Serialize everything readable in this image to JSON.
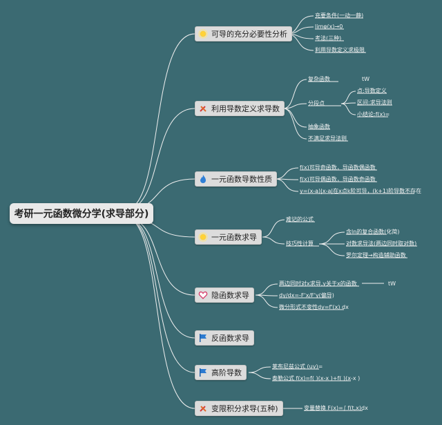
{
  "root": {
    "label": "考研一元函数微分学(求导部分)"
  },
  "branches": [
    {
      "label": "可导的充分必要性分析",
      "icon": "sun-icon",
      "children": [
        {
          "label": "充要条件(一动一静)"
        },
        {
          "label": "limφ(x)→0"
        },
        {
          "label": "考法(三种)"
        },
        {
          "label": "利用导数定义求极限"
        }
      ]
    },
    {
      "label": "利用导数定义求导数",
      "icon": "tools-icon",
      "children": [
        {
          "label": "复杂函数",
          "note": "tW"
        },
        {
          "label": "分段点",
          "children": [
            {
              "label": "点:导数定义"
            },
            {
              "label": "区间:求导法则"
            },
            {
              "label": "小结论:f(x)="
            }
          ]
        },
        {
          "label": "抽象函数"
        },
        {
          "label": "不满足求导法则"
        }
      ]
    },
    {
      "label": "一元函数导数性质",
      "icon": "flame-icon",
      "children": [
        {
          "label": "f(x)可导奇函数，导函数偶函数"
        },
        {
          "label": "f(x)可导偶函数，导函数奇函数"
        },
        {
          "label": "y=(x-a)|x-a|在x点k阶可导，(k+1)阶导数不存在"
        }
      ]
    },
    {
      "label": "一元函数求导",
      "icon": "sun-icon",
      "children": [
        {
          "label": "难记的公式"
        },
        {
          "label": "技巧性计算",
          "children": [
            {
              "label": "含ln的复合函数(化简)"
            },
            {
              "label": "对数求导法(两边同时取对数)"
            },
            {
              "label": "罗尔定理→构造辅助函数"
            }
          ]
        }
      ]
    },
    {
      "label": "隐函数求导",
      "icon": "heart-icon",
      "children": [
        {
          "label": "两边同时对x求导,y关于x的函数",
          "note": "tW"
        },
        {
          "label": "dy/dx=-F'x/F'y(偏导)"
        },
        {
          "label": "微分形式不变性dy=f'(x) dx"
        }
      ]
    },
    {
      "label": "反函数求导",
      "icon": "flag-icon",
      "children": []
    },
    {
      "label": "高阶导数",
      "icon": "flag-icon",
      "children": [
        {
          "label": "莱布尼兹公式 (uv)="
        },
        {
          "label": "泰勒公式 f(x)=f( )(x-x )+f( )(x-x )"
        }
      ]
    },
    {
      "label": "变限积分求导(五种)",
      "icon": "tools-icon",
      "children": [
        {
          "label": "变量替换 F(x)=∫ f(t,x)dx"
        }
      ]
    }
  ],
  "colors": {
    "background": "#3b6a72",
    "line": "#f2f2f2",
    "node": "#dcdcdc"
  }
}
